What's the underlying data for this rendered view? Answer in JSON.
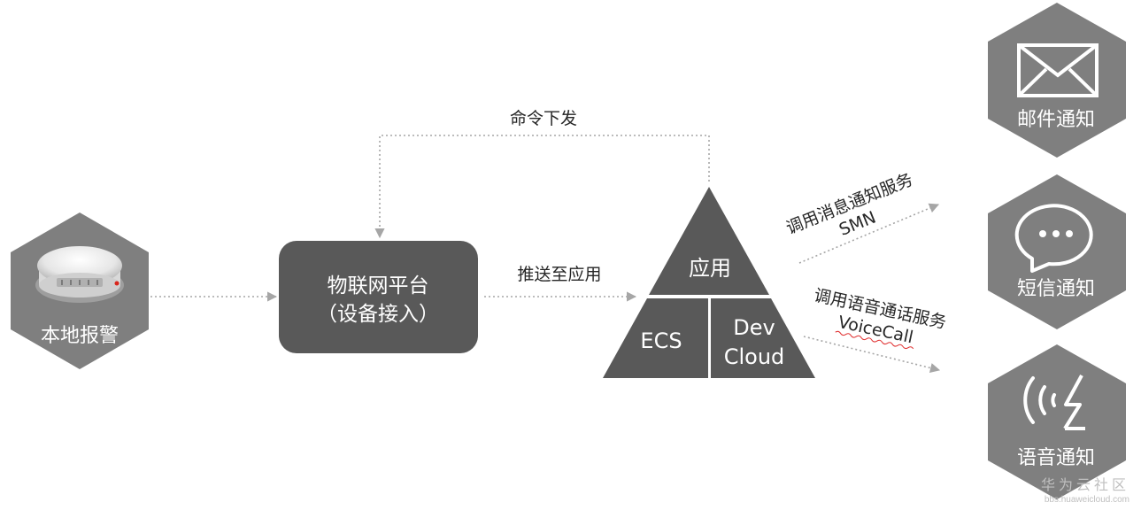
{
  "nodes": {
    "local_alarm": "本地报警",
    "iot_platform_line1": "物联网平台",
    "iot_platform_line2": "（设备接入）",
    "app": "应用",
    "ecs": "ECS",
    "devcloud_line1": "Dev",
    "devcloud_line2": "Cloud",
    "email": "邮件通知",
    "sms": "短信通知",
    "voice": "语音通知"
  },
  "edges": {
    "command": "命令下发",
    "push": "推送至应用",
    "smn_line1": "调用消息通知服务",
    "smn_line2": "SMN",
    "voice_line1": "调用语音通话服务",
    "voice_line2": "VoiceCall"
  },
  "watermark": {
    "name": "华为云社区",
    "url": "bbs.huaweicloud.com"
  },
  "colors": {
    "dark_fill": "#595959",
    "hex_fill": "#7f7f7f",
    "connector": "#a6a6a6",
    "label": "#262626",
    "watermark": "#bfbfbf"
  },
  "icons": [
    "smoke-detector-icon",
    "envelope-icon",
    "chat-bubble-icon",
    "voice-wave-icon"
  ]
}
